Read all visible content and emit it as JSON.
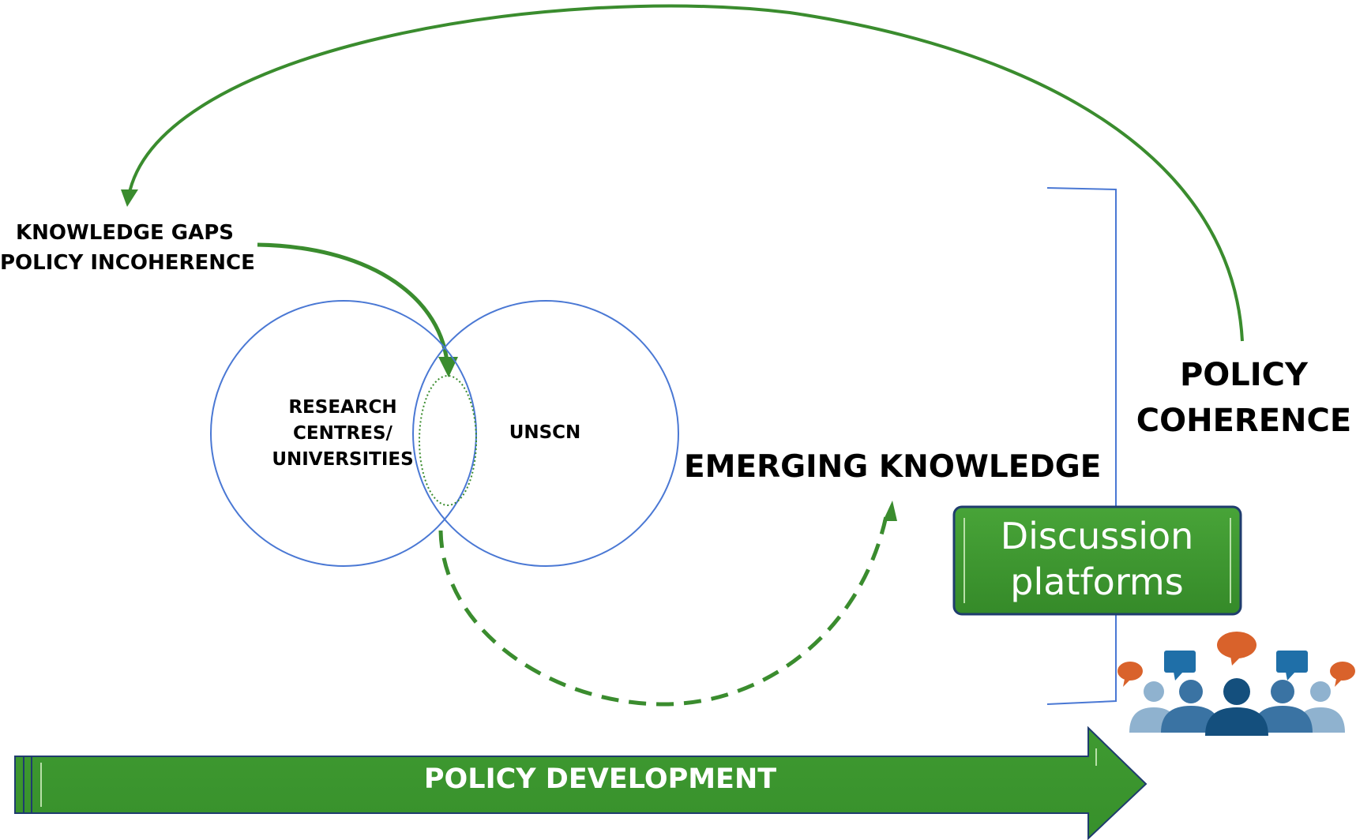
{
  "labels": {
    "knowledge_gaps": [
      "KNOWLEDGE GAPS",
      "POLICY INCOHERENCE"
    ],
    "research_centres": [
      "RESEARCH",
      "CENTRES/",
      "UNIVERSITIES"
    ],
    "unscn": "UNSCN",
    "emerging_knowledge": "EMERGING KNOWLEDGE",
    "policy_coherence": [
      "POLICY",
      "COHERENCE"
    ],
    "discussion_platforms": [
      "Discussion",
      "platforms"
    ],
    "policy_development": "POLICY DEVELOPMENT"
  },
  "colors": {
    "arrow_green": "#3a8c2e",
    "box_green": "#3c962f",
    "circle_blue": "#4a78d4",
    "bracket_blue": "#4a78d4",
    "speech_orange": "#d9622b",
    "speech_blue": "#1f6fa8",
    "person_light": "#8fb2cf",
    "person_mid": "#3a73a3",
    "person_dark": "#144f7d"
  },
  "icons": {
    "people": "discussion-group-icon"
  }
}
